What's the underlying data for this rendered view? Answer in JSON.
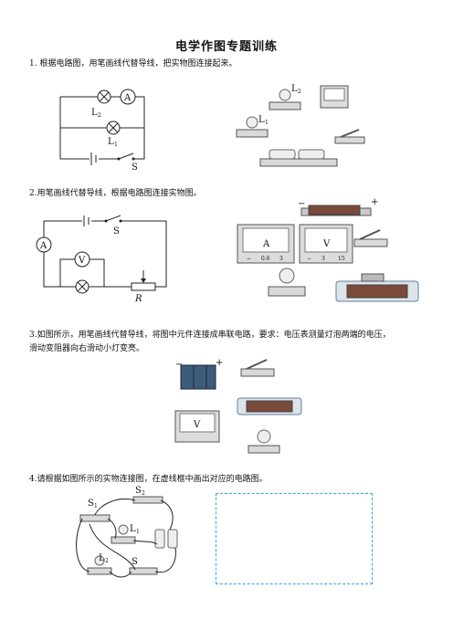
{
  "doc": {
    "title": "电学作图专题训练",
    "q1": "1. 根据电路图，用笔画线代替导线，把实物图连接起来。",
    "q2": "2.用笔画线代替导线，根据电路图连接实物图。",
    "q3_line1": "3.如图所示，用笔画线代替导线，将图中元件连接成串联电路，要求：电压表测量灯泡两端的电压，",
    "q3_line2": "滑动变阻器向右滑动小灯变亮。",
    "q4": "4.请根据如图所示的实物连接图，在虚线框中画出对应的电路图。"
  },
  "labels": {
    "L": "L",
    "one": "1",
    "two": "2",
    "S": "S",
    "A": "A",
    "V": "V",
    "R": "R",
    "minus": "−",
    "plus": "+",
    "c06": "0.6",
    "c3": "3",
    "c15": "15"
  }
}
